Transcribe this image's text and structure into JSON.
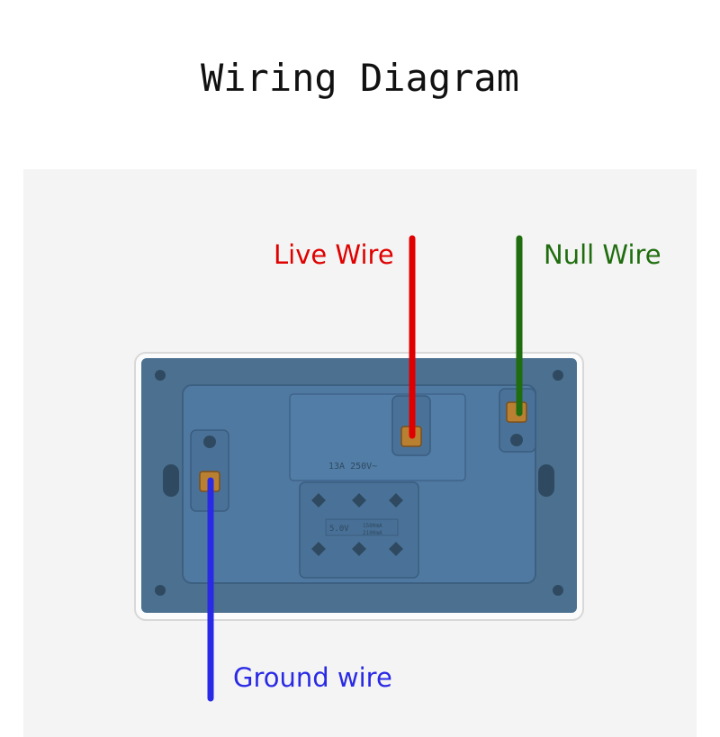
{
  "title": "Wiring Diagram",
  "labels": {
    "live": "Live Wire",
    "null": "Null Wire",
    "ground": "Ground wire"
  },
  "socket": {
    "rating_text": "13A 250V~",
    "usb_text": "5.0V",
    "usb_current_1": "1500mA",
    "usb_current_2": "2100mA"
  },
  "colors": {
    "live": "#e00000",
    "null": "#1f6d0e",
    "ground": "#2a2ae6",
    "housing": "#4a6f8f",
    "plate": "#f8f8f8",
    "terminal": "#c7893a"
  }
}
